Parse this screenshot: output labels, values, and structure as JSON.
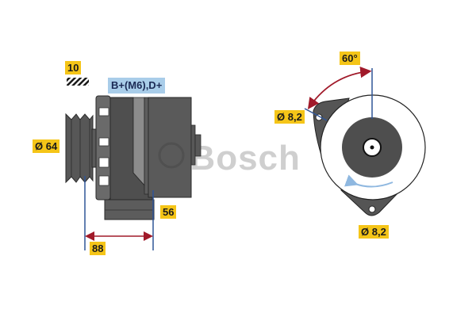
{
  "diagram": {
    "subject": "Bosch alternator technical drawing",
    "watermark": {
      "symbol": "©",
      "text": "Bosch"
    },
    "labels": {
      "rotation_code": "10",
      "terminals": "B+(M6),D+",
      "pulley_diameter": "Ø 64",
      "mount_offset": "56",
      "axial_length": "88",
      "angle": "60°",
      "upper_hole_diameter": "Ø 8,2",
      "lower_hole_diameter": "Ø 8,2"
    },
    "icons": {
      "hatch": "hatched-stripe-icon",
      "rotation_arrow": "clockwise-arrow-icon"
    },
    "colors": {
      "label_bg": "#f5c518",
      "terminal_bg": "#a9cde9",
      "body_dark": "#4a4a4a",
      "body_mid": "#5e5e5e",
      "dimension_line": "#2f5597",
      "angle_arrow": "#a11a2a",
      "rotation_arrow": "#8fb8e0",
      "watermark": "#cfcfcf"
    }
  }
}
